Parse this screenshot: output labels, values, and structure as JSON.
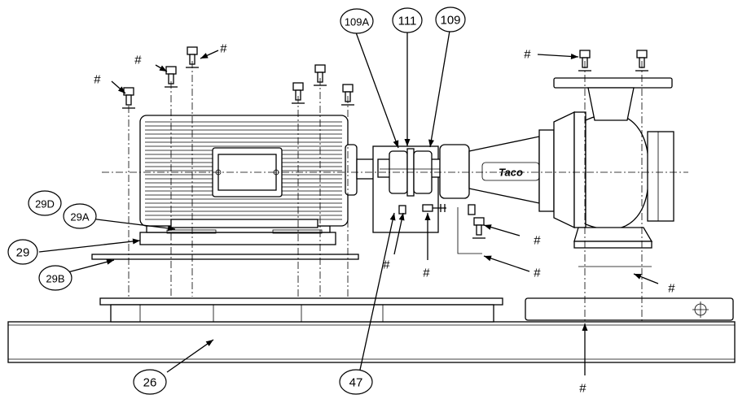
{
  "callouts": [
    {
      "id": "c-109a",
      "text": "109A"
    },
    {
      "id": "c-111",
      "text": "111"
    },
    {
      "id": "c-109",
      "text": "109"
    },
    {
      "id": "c-29d",
      "text": "29D"
    },
    {
      "id": "c-29a",
      "text": "29A"
    },
    {
      "id": "c-29",
      "text": "29"
    },
    {
      "id": "c-29b",
      "text": "29B"
    },
    {
      "id": "c-26",
      "text": "26"
    },
    {
      "id": "c-47",
      "text": "47"
    }
  ],
  "hash_symbol": "#",
  "pump_brand": "Taco"
}
